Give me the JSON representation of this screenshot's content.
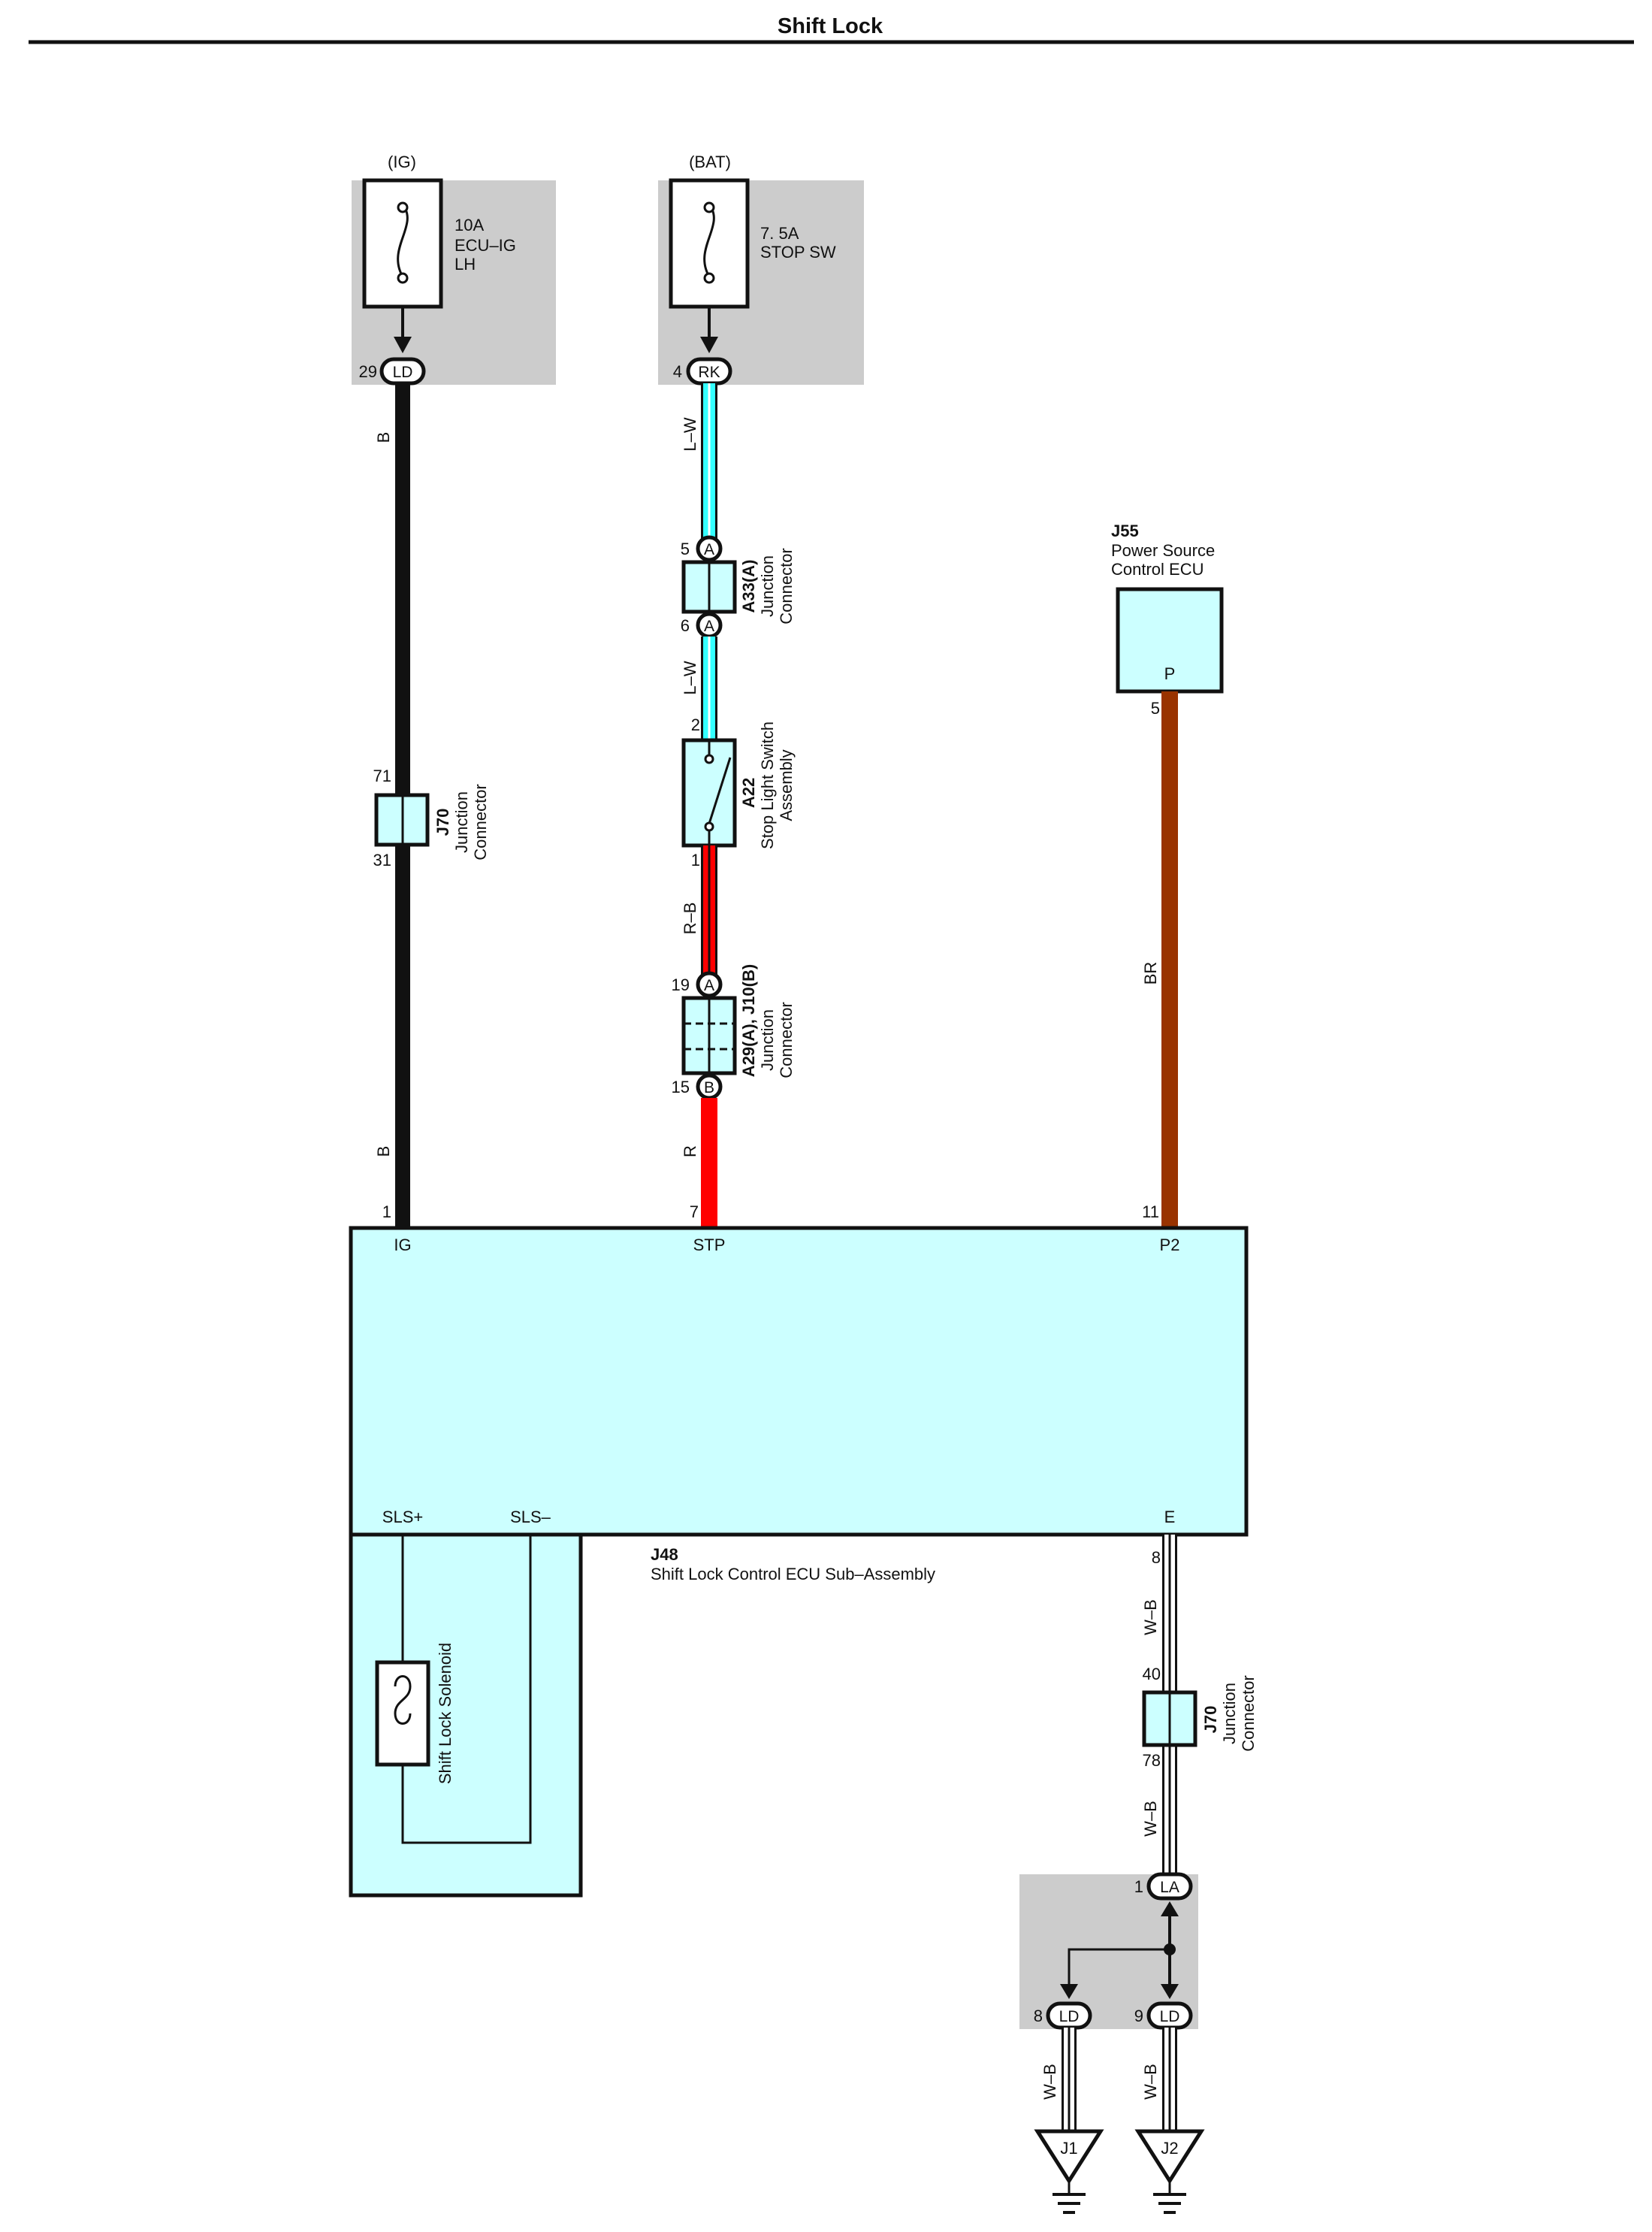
{
  "title": "Shift Lock",
  "fuses": {
    "ig": {
      "source": "(IG)",
      "rating": "10A",
      "name_line1": "ECU–IG",
      "name_line2": "LH",
      "connector": "LD",
      "pin": "29"
    },
    "bat": {
      "source": "(BAT)",
      "rating": "7. 5A",
      "name_line1": "STOP SW",
      "connector": "RK",
      "pin": "4"
    }
  },
  "wires": {
    "ig_top": "B",
    "ig_bottom": "B",
    "bat_top": "L–W",
    "bat_mid": "L–W",
    "rb": "R–B",
    "r": "R",
    "br": "BR",
    "wb1": "W–B",
    "wb2": "W–B",
    "wb_j1": "W–B",
    "wb_j2": "W–B"
  },
  "colors": {
    "black_wire": "#000000",
    "light_blue_wire": "#33ffff",
    "red_wire": "#ff0000",
    "brown_wire": "#993300",
    "white_wire": "#ffffff",
    "component_fill": "#ccffff",
    "fuse_box_fill": "#cccccc"
  },
  "components": {
    "j70_top": {
      "id": "J70",
      "line1": "Junction",
      "line2": "Connector",
      "pin_top": "71",
      "pin_bottom": "31"
    },
    "a33": {
      "id": "A33(A)",
      "line1": "Junction",
      "line2": "Connector",
      "pin_top": "5",
      "pin_bottom": "6",
      "letter": "A"
    },
    "a22": {
      "id": "A22",
      "line1": "Stop Light Switch",
      "line2": "Assembly",
      "pin_top": "2",
      "pin_bottom": "1"
    },
    "a29": {
      "id": "A29(A), J10(B)",
      "line1": "Junction",
      "line2": "Connector",
      "pin_top": "19",
      "pin_bottom": "15",
      "letter_top": "A",
      "letter_bottom": "B"
    },
    "j55": {
      "id": "J55",
      "line1": "Power Source",
      "line2": "Control ECU",
      "terminal": "P",
      "pin": "5"
    },
    "j48": {
      "id": "J48",
      "name": "Shift Lock Control ECU Sub–Assembly",
      "terminals": {
        "ig": "IG",
        "stp": "STP",
        "p2": "P2",
        "sls_plus": "SLS+",
        "sls_minus": "SLS–",
        "e": "E"
      },
      "pins": {
        "ig": "1",
        "stp": "7",
        "p2": "11",
        "e": "8"
      }
    },
    "solenoid": {
      "label": "Shift Lock Solenoid"
    },
    "j70_bottom": {
      "id": "J70",
      "line1": "Junction",
      "line2": "Connector",
      "pin_top": "40",
      "pin_bottom": "78"
    },
    "ground_junction": {
      "top_connector": "LA",
      "top_pin": "1",
      "left_connector": "LD",
      "left_pin": "8",
      "right_connector": "LD",
      "right_pin": "9"
    },
    "grounds": {
      "g1": "J1",
      "g2": "J2"
    }
  }
}
